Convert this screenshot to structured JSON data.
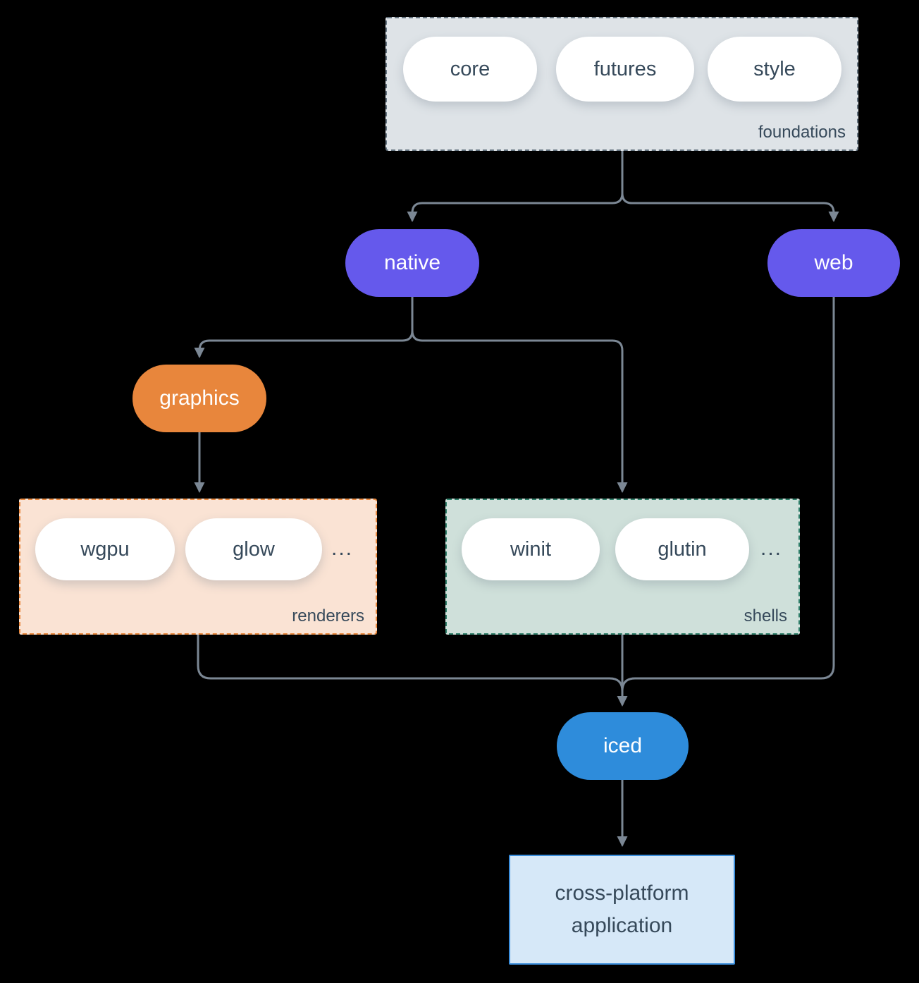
{
  "diagram": {
    "foundations": {
      "label": "foundations",
      "pills": [
        "core",
        "futures",
        "style"
      ]
    },
    "native": {
      "label": "native"
    },
    "web": {
      "label": "web"
    },
    "graphics": {
      "label": "graphics"
    },
    "renderers": {
      "label": "renderers",
      "pills": [
        "wgpu",
        "glow"
      ],
      "ellipsis": "..."
    },
    "shells": {
      "label": "shells",
      "pills": [
        "winit",
        "glutin"
      ],
      "ellipsis": "..."
    },
    "iced": {
      "label": "iced"
    },
    "app": {
      "label": "cross-platform application"
    }
  },
  "colors": {
    "background": "#000000",
    "arrow": "#7b8794",
    "text_dark": "#36495a",
    "node_purple": "#6559ec",
    "node_orange": "#e8863c",
    "node_blue": "#2e8cdb",
    "pill_fill": "#ffffff",
    "foundations_fill": "#dee3e7",
    "foundations_border": "#64737f",
    "renderers_fill": "#fae3d4",
    "renderers_border": "#e8873d",
    "shells_fill": "#cfe0da",
    "shells_border": "#2f7e69",
    "app_fill": "#d6e8f8",
    "app_border": "#3b8edc"
  }
}
